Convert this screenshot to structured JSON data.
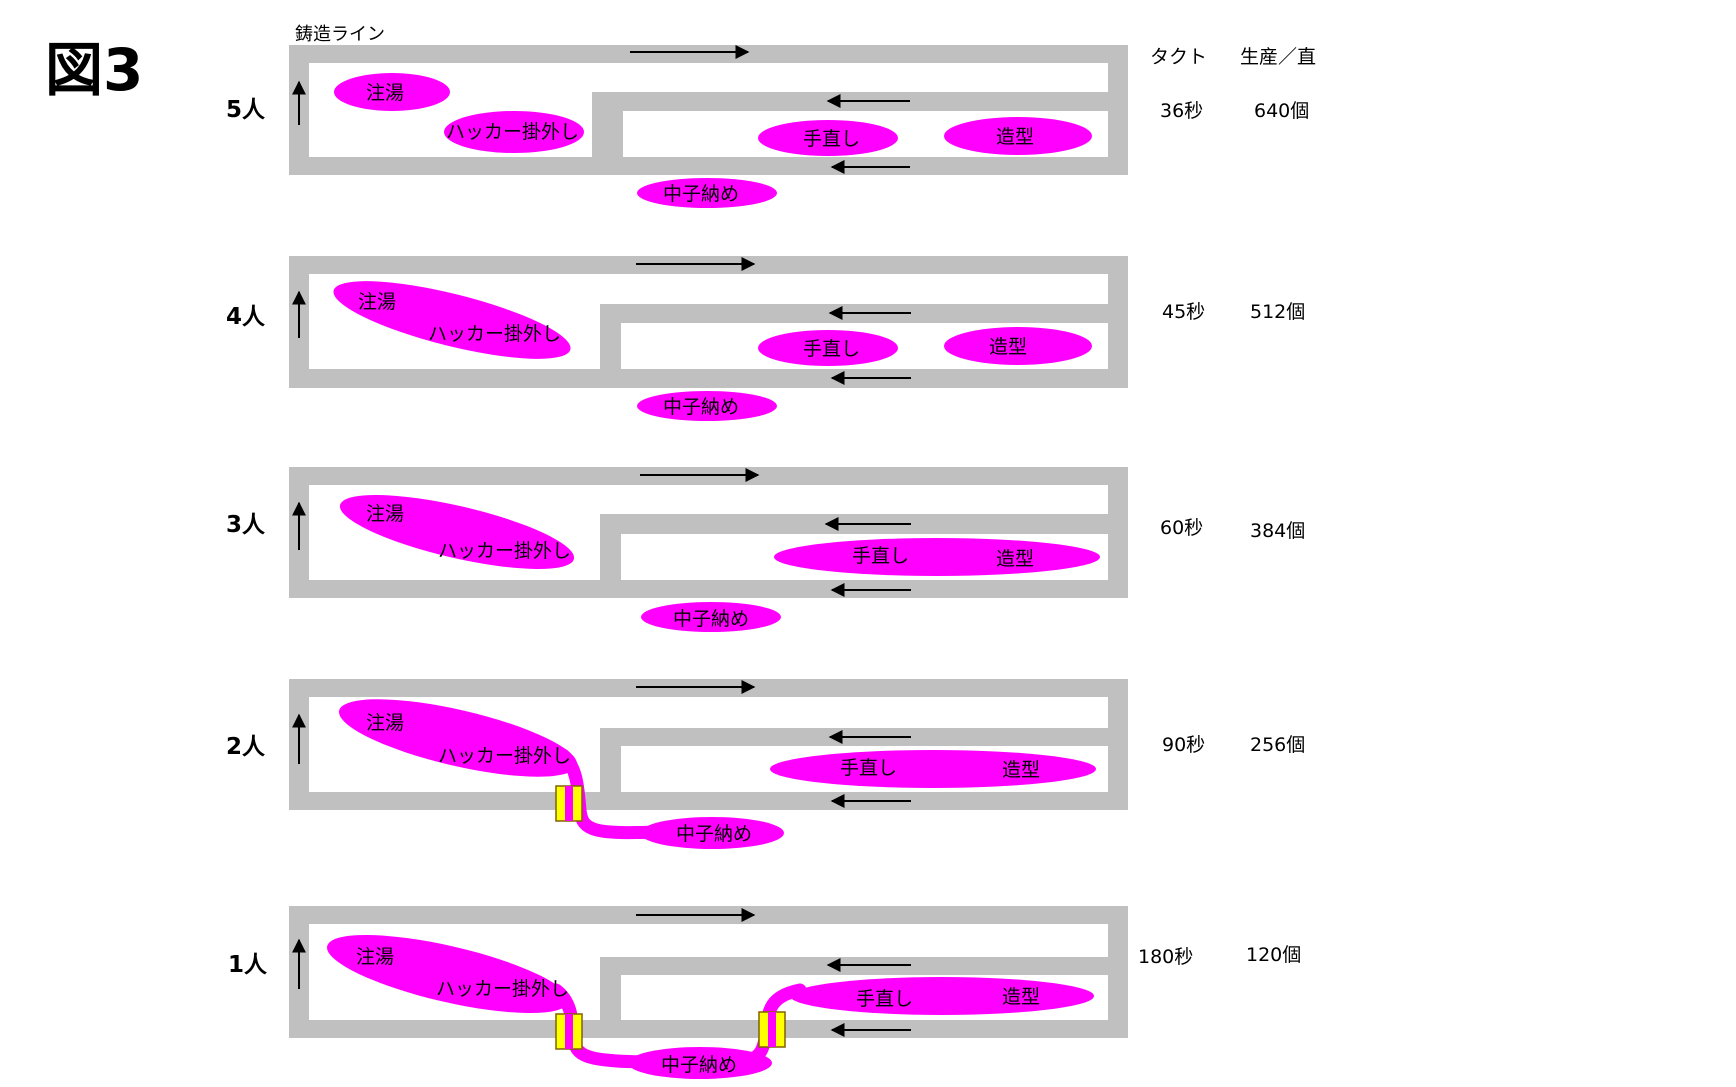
{
  "figure_label": "図3",
  "line_label": "鋳造ライン",
  "header": {
    "takt": "タクト",
    "production": "生産／直"
  },
  "colors": {
    "line": "#c0c0c0",
    "zone": "#ff00ff",
    "transfer": "#ffff00",
    "text": "#000000"
  },
  "station_names": {
    "pour": "注湯",
    "hook": "ハッカー掛外し",
    "fix": "手直し",
    "mold": "造型",
    "core": "中子納め"
  },
  "layouts": [
    {
      "workers": "5人",
      "takt": "36秒",
      "production": "640個"
    },
    {
      "workers": "4人",
      "takt": "45秒",
      "production": "512個"
    },
    {
      "workers": "3人",
      "takt": "60秒",
      "production": "384個"
    },
    {
      "workers": "2人",
      "takt": "90秒",
      "production": "256個"
    },
    {
      "workers": "1人",
      "takt": "180秒",
      "production": "120個"
    }
  ]
}
